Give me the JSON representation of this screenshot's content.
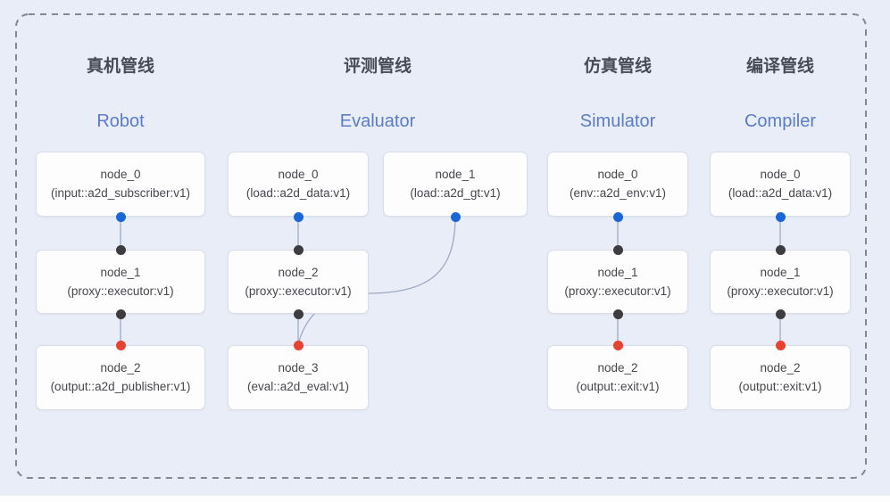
{
  "diagram": {
    "kind": "pipeline-graph",
    "boundary": "dashed rounded rectangle enclosing four pipelines"
  },
  "colors": {
    "bg": "#e8edf8",
    "panel_border": "#85888f",
    "box_bg": "#fdfdfe",
    "box_border": "#d9dde7",
    "node_text": "#46464d",
    "title_zh": "#474b55",
    "title_en": "#5b7cc6",
    "dot_blue": "#1b66d6",
    "dot_dark": "#3c3c41",
    "dot_red": "#e74130",
    "edge_line": "#9fabc2"
  },
  "pipelines": [
    {
      "title_zh": "真机管线",
      "title_en": "Robot",
      "nodes": [
        {
          "name": "node_0",
          "detail": "(input::a2d_subscriber:v1)"
        },
        {
          "name": "node_1",
          "detail": "(proxy::executor:v1)"
        },
        {
          "name": "node_2",
          "detail": "(output::a2d_publisher:v1)"
        }
      ]
    },
    {
      "title_zh": "评测管线",
      "title_en": "Evaluator",
      "nodes": [
        {
          "name": "node_0",
          "detail": "(load::a2d_data:v1)"
        },
        {
          "name": "node_1",
          "detail": "(load::a2d_gt:v1)"
        },
        {
          "name": "node_2",
          "detail": "(proxy::executor:v1)"
        },
        {
          "name": "node_3",
          "detail": "(eval::a2d_eval:v1)"
        }
      ]
    },
    {
      "title_zh": "仿真管线",
      "title_en": "Simulator",
      "nodes": [
        {
          "name": "node_0",
          "detail": "(env::a2d_env:v1)"
        },
        {
          "name": "node_1",
          "detail": "(proxy::executor:v1)"
        },
        {
          "name": "node_2",
          "detail": "(output::exit:v1)"
        }
      ]
    },
    {
      "title_zh": "编译管线",
      "title_en": "Compiler",
      "nodes": [
        {
          "name": "node_0",
          "detail": "(load::a2d_data:v1)"
        },
        {
          "name": "node_1",
          "detail": "(proxy::executor:v1)"
        },
        {
          "name": "node_2",
          "detail": "(output::exit:v1)"
        }
      ]
    }
  ]
}
